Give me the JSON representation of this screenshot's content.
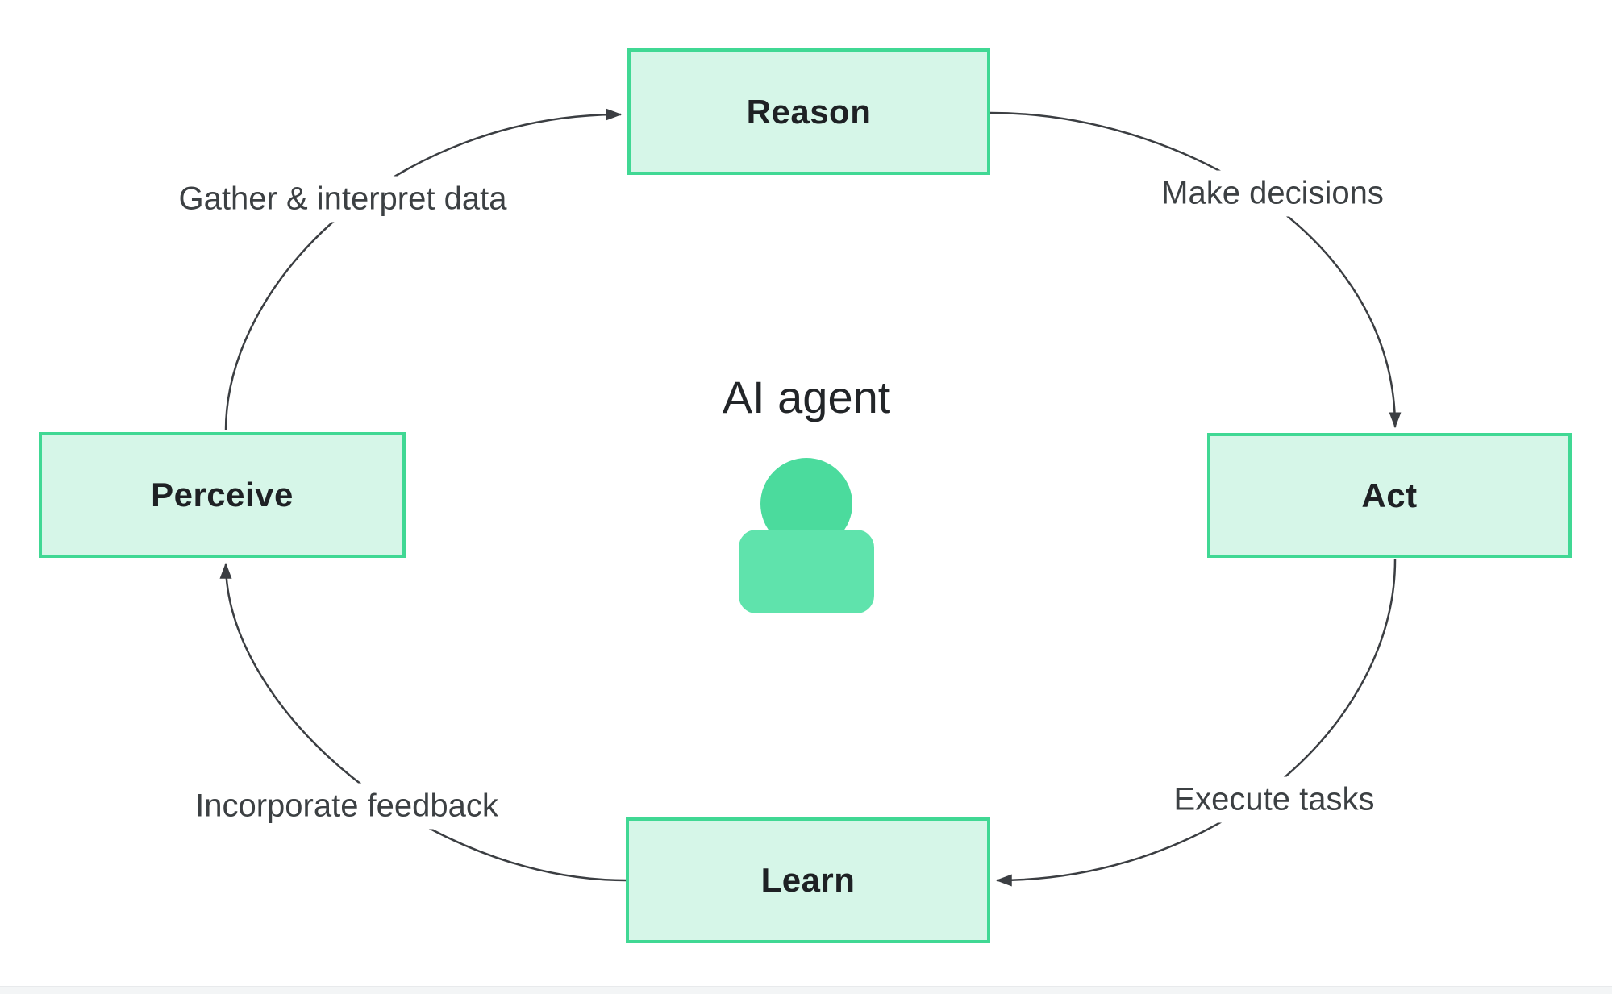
{
  "diagram": {
    "center": {
      "title": "AI agent",
      "icon": "person-icon"
    },
    "nodes": [
      {
        "id": "reason",
        "label": "Reason"
      },
      {
        "id": "act",
        "label": "Act"
      },
      {
        "id": "learn",
        "label": "Learn"
      },
      {
        "id": "perceive",
        "label": "Perceive"
      }
    ],
    "edges": [
      {
        "from": "perceive",
        "to": "reason",
        "label": "Gather & interpret data"
      },
      {
        "from": "reason",
        "to": "act",
        "label": "Make decisions"
      },
      {
        "from": "act",
        "to": "learn",
        "label": "Execute tasks"
      },
      {
        "from": "learn",
        "to": "perceive",
        "label": "Incorporate feedback"
      }
    ],
    "colors": {
      "node_fill": "#d6f6e8",
      "node_border": "#40d894",
      "node_text": "#1e2124",
      "edge_line": "#3b3e42",
      "edge_label_text": "#3c4043",
      "icon_head": "#4bdb9d",
      "icon_body": "#5fe3ac",
      "background": "#ffffff",
      "bottom_bar": "#f3f5f6"
    }
  }
}
